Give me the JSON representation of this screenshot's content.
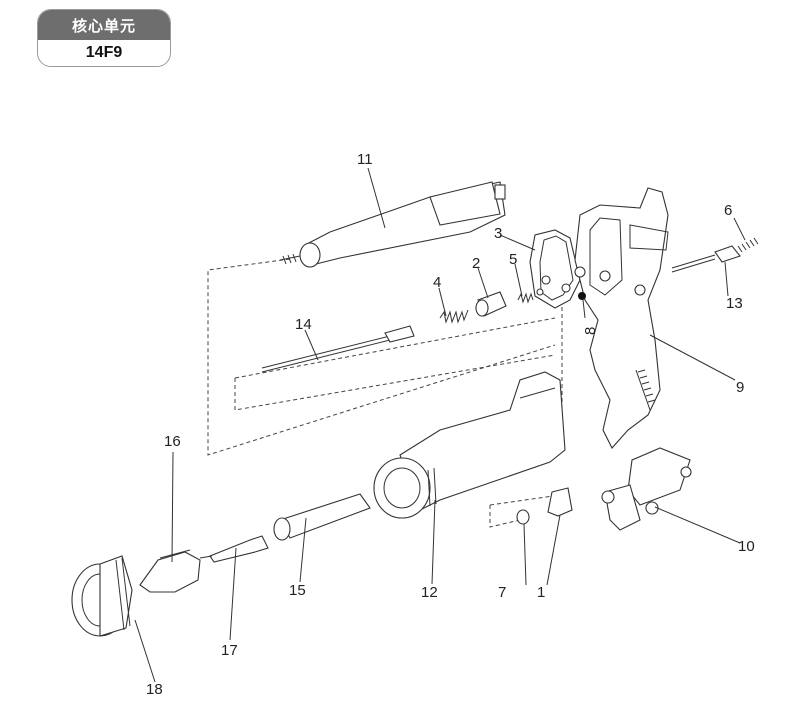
{
  "badge": {
    "title": "核心单元",
    "code": "14F9"
  },
  "callouts": {
    "c1": "1",
    "c2": "2",
    "c3": "3",
    "c4": "4",
    "c5": "5",
    "c6": "6",
    "c7": "7",
    "c8": "8",
    "c9": "9",
    "c10": "10",
    "c11": "11",
    "c12": "12",
    "c13": "13",
    "c14": "14",
    "c15": "15",
    "c16": "16",
    "c17": "17",
    "c18": "18"
  }
}
